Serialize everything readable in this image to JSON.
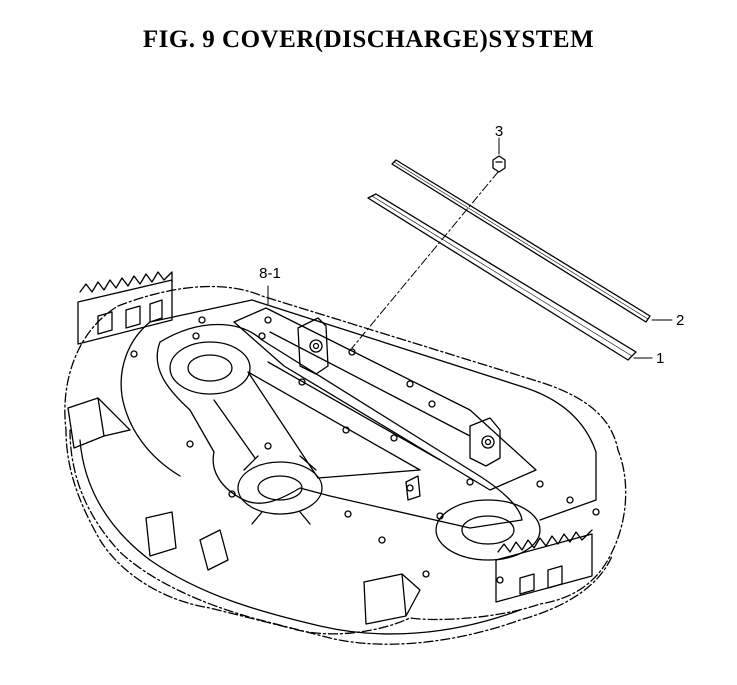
{
  "figure": {
    "title": "FIG. 9 COVER(DISCHARGE)SYSTEM"
  },
  "callouts": [
    {
      "id": "part-3",
      "text": "3"
    },
    {
      "id": "part-8-1",
      "text": "8-1"
    },
    {
      "id": "part-2",
      "text": "2"
    },
    {
      "id": "part-1",
      "text": "1"
    }
  ],
  "style": {
    "ink": "#000000",
    "paper": "#ffffff"
  }
}
